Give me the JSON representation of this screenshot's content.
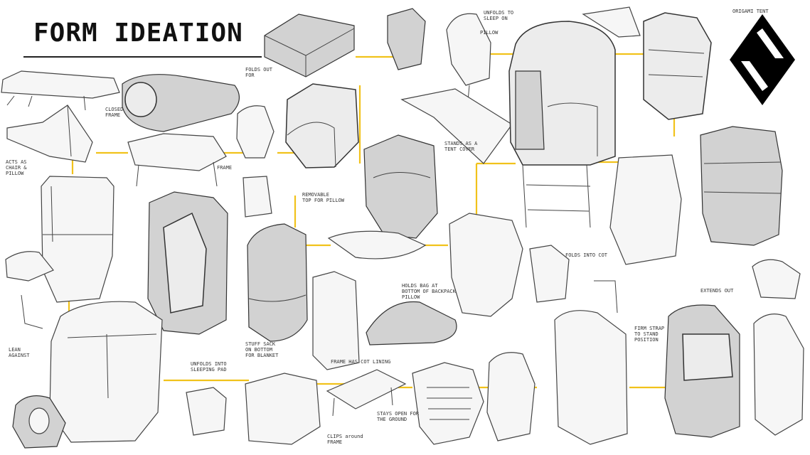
{
  "title": "FORM IDEATION",
  "accent_color": "#f1c21b",
  "logo": {
    "icon": "diamond-logo-icon",
    "color": "#000000"
  },
  "annotations": [
    "ACTS AS\nCHAIR &\nPILLOW",
    "UNFOLDS INTO\nSLEEPING PAD",
    "REMOVABLE\nTOP FOR PILLOW",
    "STUFF SACK\nON BOTTOM\nFOR BLANKET",
    "FRAME HAS COT LINING",
    "CLIPS around\nFRAME",
    "STAYS OPEN FOR\nTHE GROUND",
    "STANDS AS A\nTENT COVER",
    "FOLDS INTO COT",
    "EXTENDS OUT",
    "ORIGAMI TENT",
    "FIRM STRAP\nTO STAND\nPOSITION",
    "LEAN\nAGAINST",
    "HOLDS BAG AT\nBOTTOM OF BACKPACK\nPILLOW",
    "UNFOLDS TO\nSLEEP ON",
    "PILLOW",
    "FOLDS OUT\nFOR",
    "CLOSED\nFRAME",
    "FRAME"
  ]
}
